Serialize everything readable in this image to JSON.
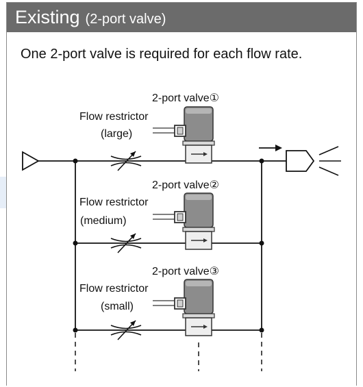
{
  "header": {
    "title": "Existing",
    "subtitle": "(2-port valve)"
  },
  "description": "One 2-port valve is required for each flow rate.",
  "valves": [
    {
      "label": "2-port valve①",
      "restrictor_line1": "Flow restrictor",
      "restrictor_line2": "(large)"
    },
    {
      "label": "2-port valve②",
      "restrictor_line1": "Flow restrictor",
      "restrictor_line2": "(medium)"
    },
    {
      "label": "2-port valve③",
      "restrictor_line1": "Flow restrictor",
      "restrictor_line2": "(small)"
    }
  ],
  "colors": {
    "header_bg": "#6b6b6b",
    "line": "#111111",
    "valve_body": "#8c8c8c"
  }
}
